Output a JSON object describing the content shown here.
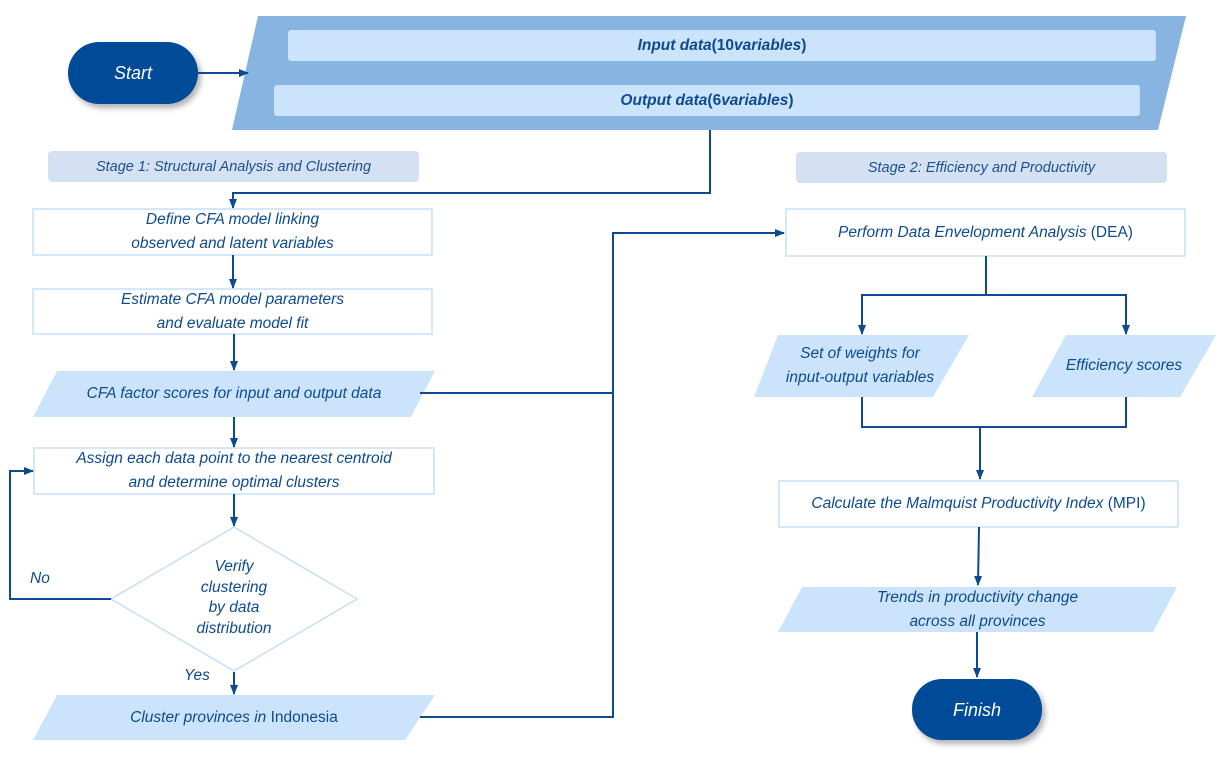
{
  "title": "Research flowchart: CFA, clustering, DEA and Malmquist Productivity Index",
  "colors": {
    "terminal_fill": "#034c97",
    "data_banner_fill": "#87b4e0",
    "data_bar_fill": "#cbe4fb",
    "parallelogram_fill": "#cbe4fb",
    "process_border": "#c7e0f7",
    "stage_fill": "#d3e1f3",
    "connector": "#0d4a8f",
    "text": "#0d4a8f"
  },
  "terminals": {
    "start": "Start",
    "finish": "Finish"
  },
  "data_inputs": {
    "input": {
      "italic": "Input data",
      "paren_open": " (",
      "count": "10",
      "italic2": " variables",
      "paren_close": ")"
    },
    "output": {
      "italic": "Output data",
      "paren_open": " (",
      "count": "6",
      "italic2": " variables",
      "paren_close": ")"
    }
  },
  "stages": {
    "stage1": "Stage 1: Structural Analysis and Clustering",
    "stage2": "Stage 2: Efficiency and Productivity"
  },
  "stage1_steps": {
    "define_cfa": [
      "Define CFA model linking",
      "observed and latent variables"
    ],
    "estimate_cfa": [
      "Estimate CFA model parameters",
      "and evaluate model fit"
    ],
    "factor_scores": "CFA factor scores for input and output data",
    "assign_centroid": [
      "Assign each data point to the nearest centroid",
      "and determine optimal clusters"
    ],
    "verify_decision": [
      "Verify",
      "clustering",
      "by data",
      "distribution"
    ],
    "no_label": "No",
    "yes_label": "Yes",
    "cluster_provinces": {
      "italic": "Cluster provinces in ",
      "normal": "Indonesia"
    }
  },
  "stage2_steps": {
    "perform_dea": {
      "italic": "Perform Data Envelopment Analysis ",
      "normal": "(DEA)"
    },
    "weights": [
      "Set of weights for",
      "input-output variables"
    ],
    "efficiency": "Efficiency scores",
    "calculate_mpi": {
      "italic": "Calculate the Malmquist Productivity Index ",
      "normal": "(MPI)"
    },
    "trends": [
      "Trends in productivity change",
      "across all provinces"
    ]
  }
}
